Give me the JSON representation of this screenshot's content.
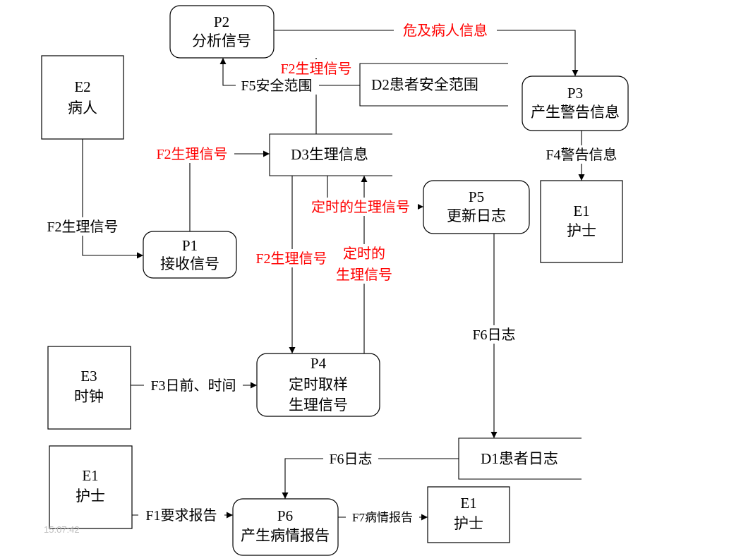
{
  "colors": {
    "red": "#ff0000",
    "black": "#000000",
    "timestamp": "#bfbfbf"
  },
  "timestamp": "15:07:42",
  "processes": {
    "p2": {
      "id": "P2",
      "name": "分析信号"
    },
    "p3": {
      "id": "P3",
      "name": "产生警告信息"
    },
    "p1": {
      "id": "P1",
      "name": "接收信号"
    },
    "p5": {
      "id": "P5",
      "name": "更新日志"
    },
    "p4": {
      "id": "P4",
      "name1": "定时取样",
      "name2": "生理信号"
    },
    "p6": {
      "id": "P6",
      "name": "产生病情报告"
    }
  },
  "entities": {
    "e2": {
      "id": "E2",
      "name": "病人"
    },
    "e1a": {
      "id": "E1",
      "name": "护士"
    },
    "e3": {
      "id": "E3",
      "name": "时钟"
    },
    "e1b": {
      "id": "E1",
      "name": "护士"
    },
    "e1c": {
      "id": "E1",
      "name": "护士"
    }
  },
  "stores": {
    "d2": "D2患者安全范围",
    "d3": "D3生理信息",
    "d1": "D1患者日志"
  },
  "flows": {
    "danger_info": "危及病人信息",
    "f2_to_p2": "F2生理信号",
    "f5": "F5安全范围",
    "f4": "F4警告信息",
    "f2_p1_d3": "F2生理信号",
    "f2_e2_p1": "F2生理信号",
    "timed_to_p5": "定时的生理信号",
    "f2_d3_p4": "F2生理信号",
    "timed_p4_d3_1": "定时的",
    "timed_p4_d3_2": "生理信号",
    "f6_p5_d1": "F6日志",
    "f3": "F3日前、时间",
    "f6_d1_p6": "F6日志",
    "f1": "F1要求报告",
    "f7": "F7病情报告"
  }
}
